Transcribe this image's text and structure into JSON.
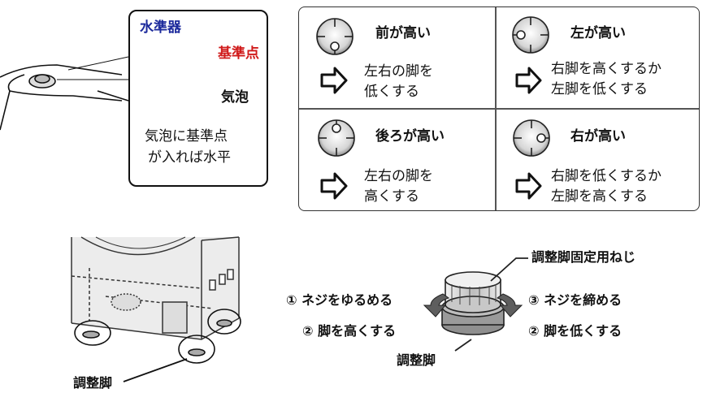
{
  "level_callout": {
    "title": "水準器",
    "reference_point": "基準点",
    "bubble": "気泡",
    "rule_line1": "気泡に基準点",
    "rule_line2": "が入れば水平"
  },
  "cases": [
    {
      "title": "前が高い",
      "line1": "左右の脚を",
      "line2": "低くする",
      "icon": "level-bubble-front-icon"
    },
    {
      "title": "左が高い",
      "line1": "右脚を高くするか",
      "line2": "左脚を低くする",
      "icon": "level-bubble-left-icon"
    },
    {
      "title": "後ろが高い",
      "line1": "左右の脚を",
      "line2": "高くする",
      "icon": "level-bubble-back-icon"
    },
    {
      "title": "右が高い",
      "line1": "右脚を低くするか",
      "line2": "左脚を高くする",
      "icon": "level-bubble-right-icon"
    }
  ],
  "adjust": {
    "foot_label": "調整脚",
    "fixing_screw": "調整脚固定用ねじ",
    "step1": "① ネジをゆるめる",
    "step2_left": "② 脚を高くする",
    "step3": "③ ネジを締める",
    "step2_right": "② 脚を低くする",
    "foot_center_label": "調整脚"
  },
  "colors": {
    "title_blue": "#1c2a9c",
    "accent_red": "#d01a1a",
    "gauge_gray": "#9a9a9a"
  }
}
